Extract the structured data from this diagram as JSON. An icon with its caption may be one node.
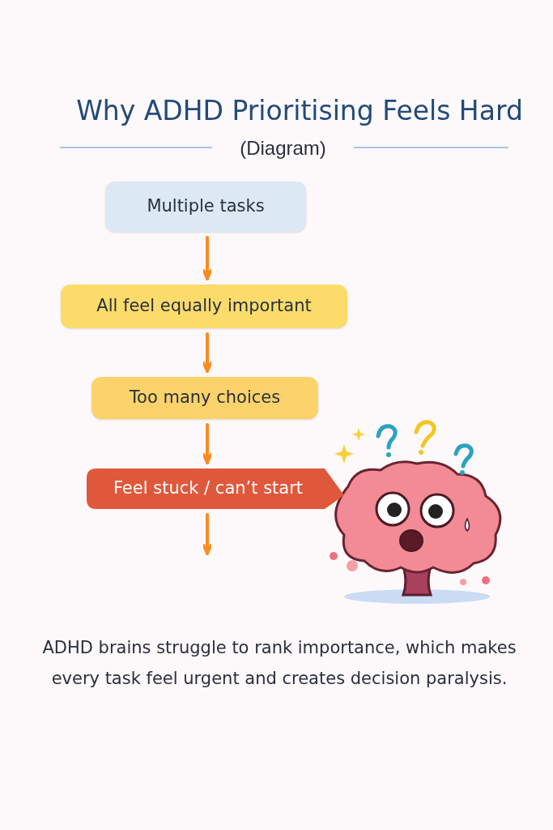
{
  "diagram": {
    "title": "Why ADHD Prioritising Feels Hard",
    "caption": "ADHD brains struggle to rank importance, which makes every task feel urgent and creates decision paralysis.",
    "nodes": [
      {
        "text": [
          "Multiple tasks"
        ]
      },
      {
        "text": [
          "All feel equally important"
        ]
      },
      {
        "text": [
          "Too many choices"
        ]
      },
      {
        "text": [
          "Feel stuck / can’t start"
        ]
      }
    ],
    "edges": [
      {
        "from": 0,
        "to": 1,
        "arrow": "to"
      },
      {
        "from": 1,
        "to": 2,
        "arrow": "to"
      },
      {
        "from": 2,
        "to": 3,
        "arrow": "to"
      },
      {
        "from": 3,
        "to": null,
        "arrow": "to"
      }
    ],
    "labels": [
      "(Diagram)"
    ]
  }
}
